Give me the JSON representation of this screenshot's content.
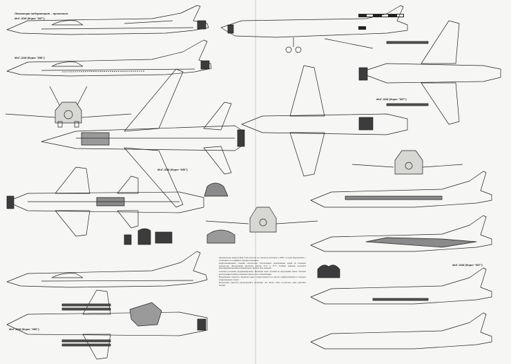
{
  "labels": {
    "top_left_title": "Летающая лаборатория – прототип",
    "aircraft_1": "МиГ-31М (борт \"057\")",
    "aircraft_2": "МиГ-31М (борт \"058\")",
    "aircraft_3": "МиГ-31М (борт \"055\")",
    "aircraft_4": "МиГ-31М (борт \"057\")",
    "aircraft_5": "МиГ-31М (борт \"057\")",
    "aircraft_6": "МиГ-31М (борт \"055\")"
  },
  "text_block": {
    "paragraphs": [
      "предназначен выпуск МиГ-31М. Работы по самолету начались в 1982 г. и шли параллельно с созданием его серийного предшественника.",
      "Радиолокационная станция «Заслон-М» обеспечивает обнаружение целей на больших дальностях. Вооружение включает ракеты Р-37 и Р-77. Кабина экипажа получила многофункциональные индикаторы, фонарь был изменен.",
      "Силовая установка модернизирована. Увеличен запас топлива во внутренних баках. Усилена конструкция планера, изменено крыло и его механизация.",
      "Вооружение самолета. Подвеска ракет осуществляется на шести подфюзеляжных и четырех подкрыльевых точках.",
      "Испытания самолета продолжались несколько лет. Всего было построено семь опытных машин."
    ]
  },
  "colors": {
    "line": "#1f1f1f",
    "shade": "#8a8a8a",
    "dark": "#3c3c3c",
    "paper": "#f6f6f4"
  }
}
